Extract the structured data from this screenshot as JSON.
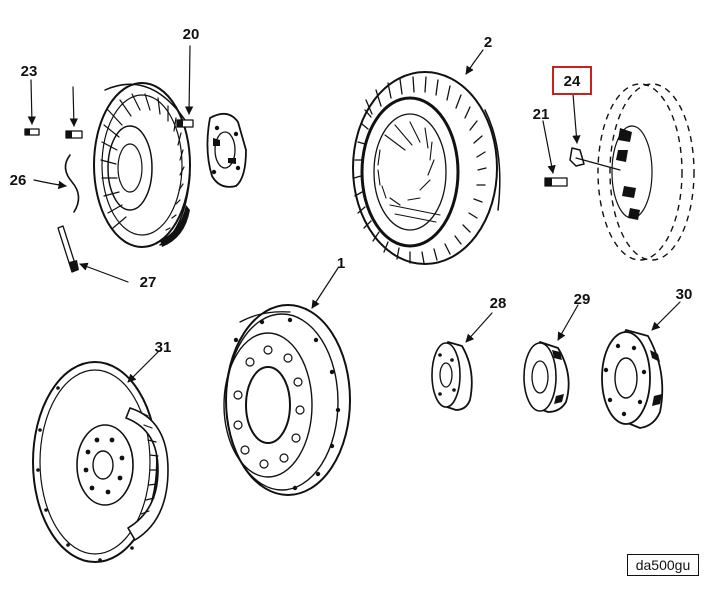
{
  "callouts": {
    "c1": "1",
    "c2": "2",
    "c20": "20",
    "c21": "21",
    "c23": "23",
    "c24": "24",
    "c26": "26",
    "c27": "27",
    "c28": "28",
    "c29": "29",
    "c30": "30",
    "c31": "31"
  },
  "figure_id": "da500gu",
  "highlight_color": "#cc1f1f",
  "icons": {
    "arrow": "arrowhead",
    "leader": "leader-line"
  }
}
